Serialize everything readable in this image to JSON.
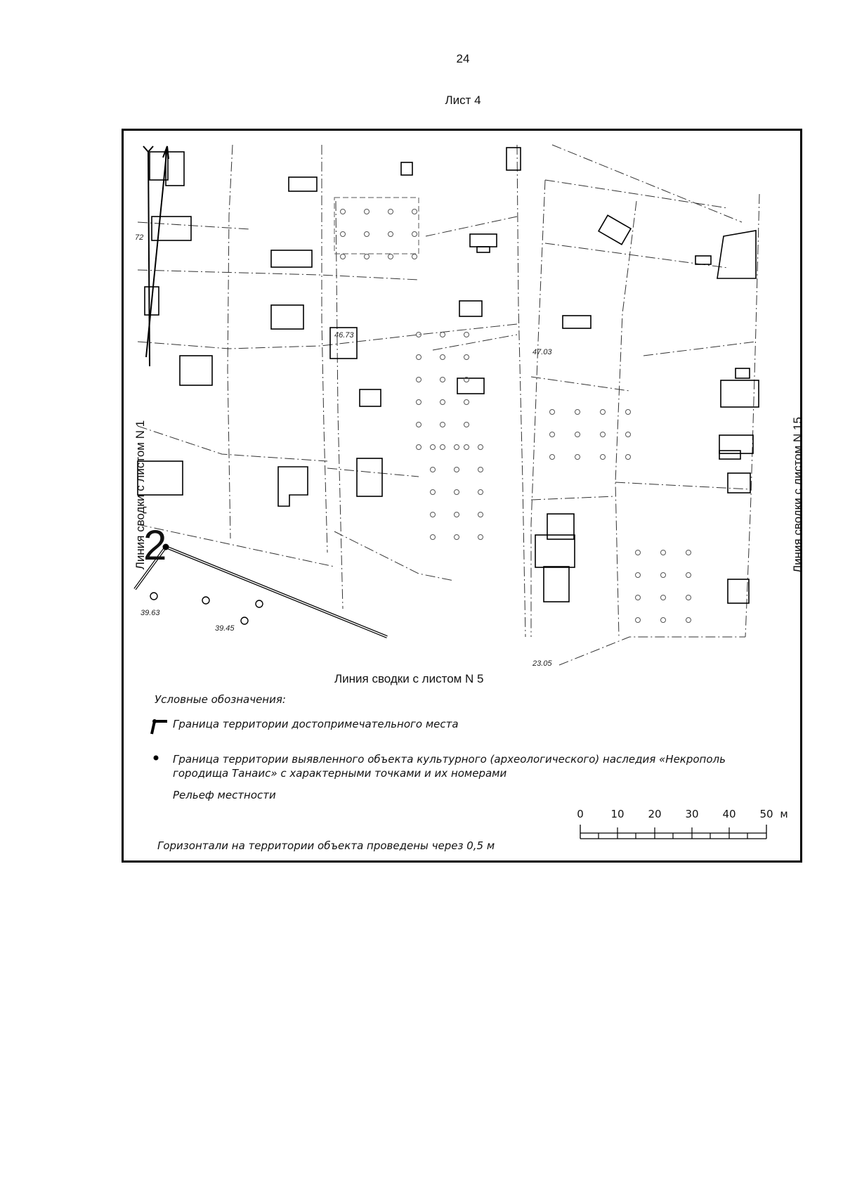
{
  "page": {
    "number": "24",
    "sheet": "Лист 4"
  },
  "map": {
    "seam_left": "Линия сводки с листом N 1",
    "seam_right": "Линия сводки с листом N 15",
    "seam_bottom": "Линия сводки с листом N 5",
    "point_number": "2",
    "elevations": [
      "72",
      "46.73",
      "47.03",
      "39.63",
      "39.45",
      "23.05"
    ],
    "colors": {
      "line": "#000000",
      "paper": "#ffffff"
    }
  },
  "legend": {
    "title": "Условные обозначения:",
    "items": [
      {
        "icon": "boundary-corner-icon",
        "label": "Граница территории достопримечательного места"
      },
      {
        "icon": "boundary-point-icon",
        "label": "Граница территории выявленного объекта культурного (археологического) наследия «Некрополь городища Танаис» с характерными точками и их номерами"
      }
    ],
    "relief": "Рельеф местности",
    "contour_note": "Горизонтали на территории объекта проведены через 0,5 м"
  },
  "scale": {
    "ticks": [
      "0",
      "10",
      "20",
      "30",
      "40",
      "50"
    ],
    "unit": "м"
  }
}
